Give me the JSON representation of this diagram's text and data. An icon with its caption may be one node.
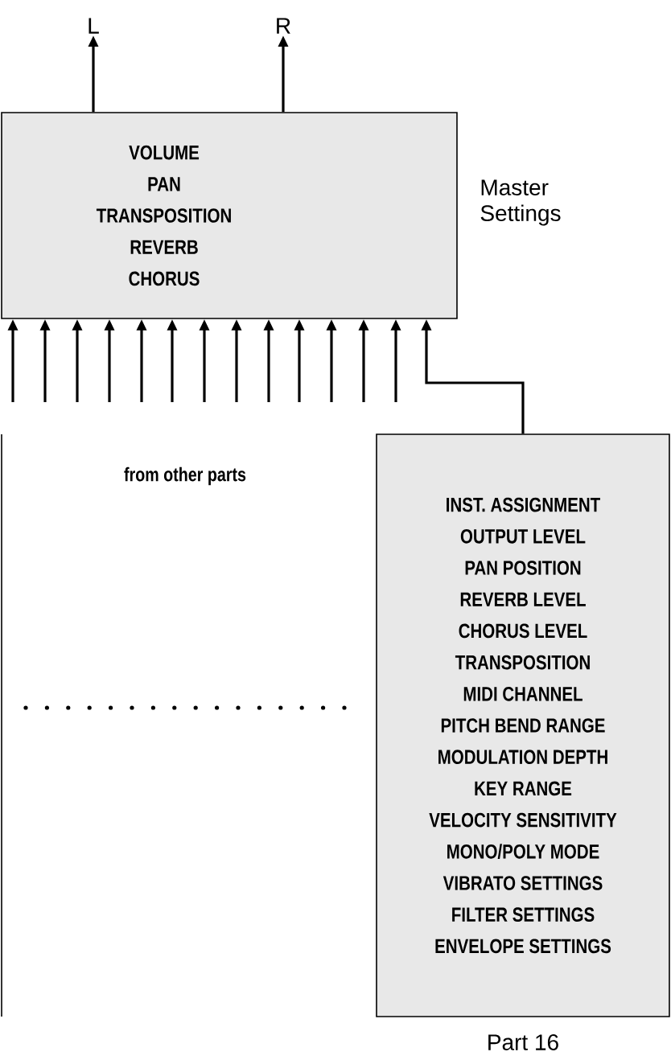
{
  "diagram": {
    "nodes": [
      {
        "text": [
          "L"
        ]
      },
      {
        "text": [
          "R"
        ]
      },
      {
        "text": [
          "VOLUME",
          "PAN",
          "TRANSPOSITION",
          "REVERB",
          "CHORUS"
        ],
        "beside": [
          "Master Settings"
        ]
      },
      {
        "text": [
          "INST. ASSIGNMENT",
          "OUTPUT LEVEL",
          "PAN POSITION",
          "REVERB LEVEL",
          "CHORUS LEVEL",
          "TRANSPOSITION",
          "MIDI CHANNEL",
          "PITCH BEND RANGE",
          "MODULATION DEPTH",
          "KEY RANGE",
          "VELOCITY SENSITIVITY",
          "MONO/POLY MODE",
          "VIBRATO SETTINGS",
          "FILTER SETTINGS",
          "ENVELOPE SETTINGS"
        ],
        "beside": [
          "Part 16"
        ]
      }
    ],
    "edges": [
      {
        "from": 2,
        "to": 0,
        "arrow": "to"
      },
      {
        "from": 2,
        "to": 1,
        "arrow": "to"
      },
      {
        "from": null,
        "to": 2,
        "arrow": "to"
      },
      {
        "from": null,
        "to": 2,
        "arrow": "to"
      },
      {
        "from": null,
        "to": 2,
        "arrow": "to"
      },
      {
        "from": null,
        "to": 2,
        "arrow": "to"
      },
      {
        "from": null,
        "to": 2,
        "arrow": "to"
      },
      {
        "from": null,
        "to": 2,
        "arrow": "to"
      },
      {
        "from": null,
        "to": 2,
        "arrow": "to"
      },
      {
        "from": null,
        "to": 2,
        "arrow": "to"
      },
      {
        "from": null,
        "to": 2,
        "arrow": "to"
      },
      {
        "from": null,
        "to": 2,
        "arrow": "to"
      },
      {
        "from": null,
        "to": 2,
        "arrow": "to"
      },
      {
        "from": null,
        "to": 2,
        "arrow": "to"
      },
      {
        "from": null,
        "to": 2,
        "arrow": "to"
      },
      {
        "from": 3,
        "to": 2,
        "arrow": "to"
      }
    ],
    "labels": [
      "from other parts"
    ]
  }
}
